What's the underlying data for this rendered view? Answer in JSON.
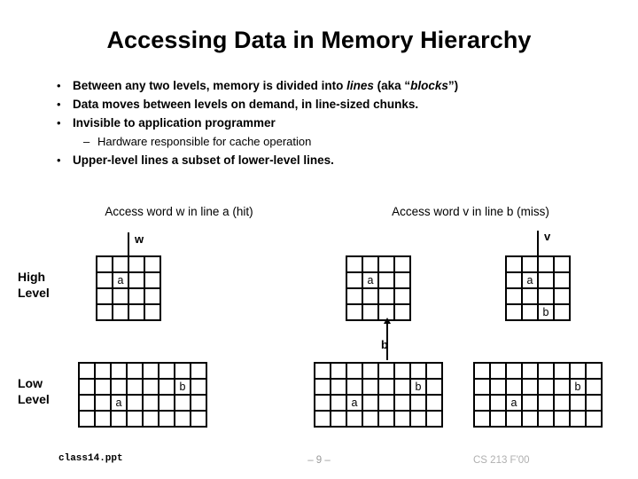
{
  "slide": {
    "title": "Accessing Data in Memory Hierarchy",
    "bullets": [
      {
        "marker": "•",
        "level": 1,
        "parts": [
          {
            "text": "Between any two levels, memory is divided into ",
            "italic": false
          },
          {
            "text": "lines",
            "italic": true
          },
          {
            "text": " (aka “",
            "italic": false
          },
          {
            "text": "blocks",
            "italic": true
          },
          {
            "text": "”)",
            "italic": false
          }
        ]
      },
      {
        "marker": "•",
        "level": 1,
        "parts": [
          {
            "text": "Data moves between levels on demand, in line-sized chunks.",
            "italic": false
          }
        ]
      },
      {
        "marker": "•",
        "level": 1,
        "parts": [
          {
            "text": "Invisible to application programmer",
            "italic": false
          }
        ]
      },
      {
        "marker": "–",
        "level": 2,
        "parts": [
          {
            "text": "Hardware responsible for cache operation",
            "italic": false
          }
        ]
      },
      {
        "marker": "•",
        "level": 1,
        "parts": [
          {
            "text": "Upper-level lines a subset of lower-level lines.",
            "italic": false
          }
        ]
      }
    ],
    "captions": {
      "left": "Access word w in line a (hit)",
      "right": "Access word v in line b (miss)"
    },
    "row_labels": {
      "high_line1": "High",
      "high_line2": "Level",
      "low_line1": "Low",
      "low_line2": "Level"
    },
    "mark_labels": {
      "w": "w",
      "v": "v",
      "b": "b"
    },
    "high_grids": [
      {
        "id": "high-grid-1",
        "cols": 4,
        "rows": 4,
        "labels": [
          {
            "row": 2,
            "col": 2,
            "text": "a"
          }
        ]
      },
      {
        "id": "high-grid-2",
        "cols": 4,
        "rows": 4,
        "labels": [
          {
            "row": 2,
            "col": 2,
            "text": "a"
          }
        ]
      },
      {
        "id": "high-grid-3",
        "cols": 4,
        "rows": 4,
        "labels": [
          {
            "row": 2,
            "col": 2,
            "text": "a"
          },
          {
            "row": 4,
            "col": 3,
            "text": "b"
          }
        ]
      }
    ],
    "low_grids": [
      {
        "id": "low-grid-1",
        "cols": 8,
        "rows": 4,
        "labels": [
          {
            "row": 2,
            "col": 7,
            "text": "b"
          },
          {
            "row": 3,
            "col": 3,
            "text": "a"
          }
        ]
      },
      {
        "id": "low-grid-2",
        "cols": 8,
        "rows": 4,
        "labels": [
          {
            "row": 2,
            "col": 7,
            "text": "b"
          },
          {
            "row": 3,
            "col": 3,
            "text": "a"
          }
        ]
      },
      {
        "id": "low-grid-3",
        "cols": 8,
        "rows": 4,
        "labels": [
          {
            "row": 2,
            "col": 7,
            "text": "b"
          },
          {
            "row": 3,
            "col": 3,
            "text": "a"
          }
        ]
      }
    ],
    "footer": {
      "file": "class14.ppt",
      "page": "– 9 –",
      "course": "CS 213 F'00"
    },
    "colors": {
      "ink": "#000000",
      "background": "#ffffff",
      "footer_page": "#9a9a9a",
      "footer_course": "#b0b0b0"
    }
  }
}
